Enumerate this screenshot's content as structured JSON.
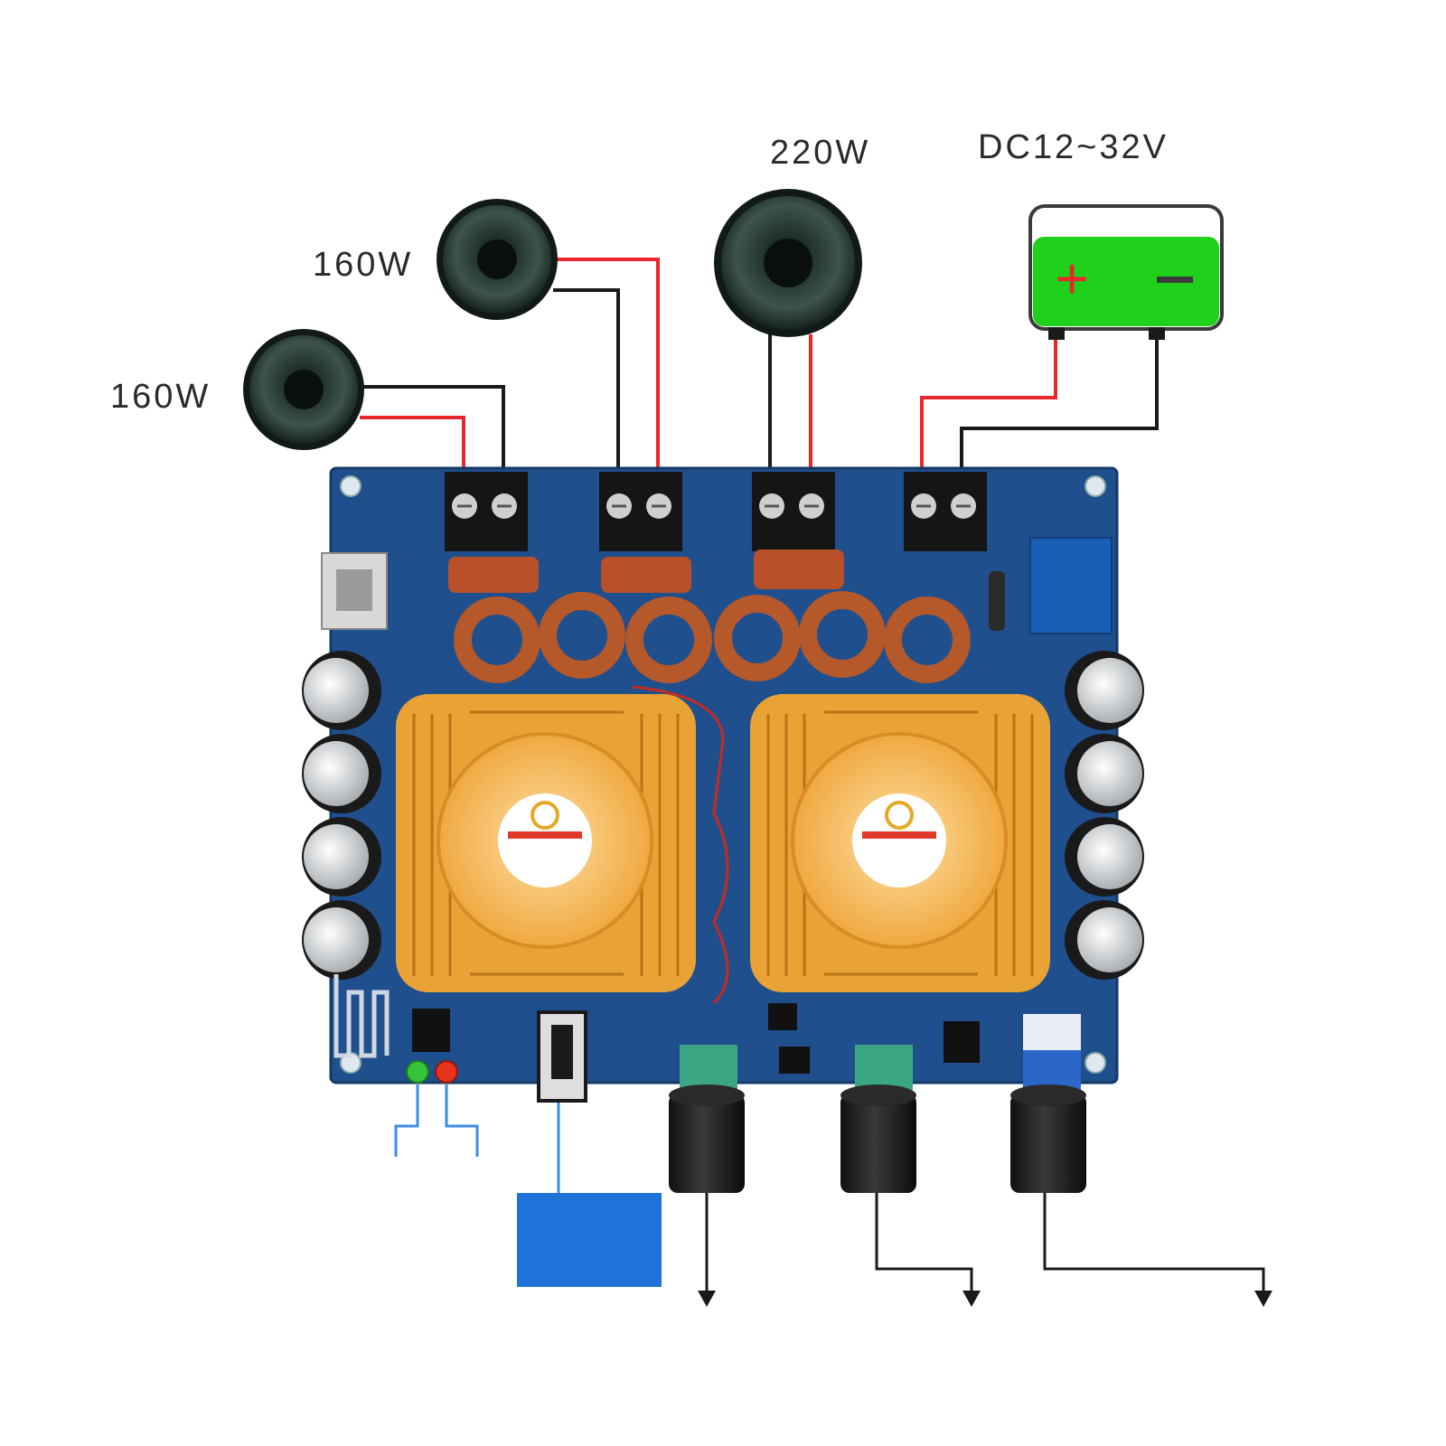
{
  "labels": {
    "speaker_left": "160W",
    "speaker_right": "160W",
    "subwoofer": "220W",
    "power_supply": "DC12~32V"
  },
  "battery": {
    "plus_symbol": "+",
    "minus_symbol": "−"
  },
  "colors": {
    "board": "#1f4f8c",
    "heatsink": "#e8a236",
    "fan": "#f4b75a",
    "wire_positive": "#e8262b",
    "wire_negative": "#1a1a1a",
    "signal_line": "#3a8ee6",
    "battery_fill": "#1fd11a",
    "input_block": "#1f73d8",
    "led_green": "#36c43a",
    "led_red": "#e8331c"
  },
  "icons": [
    "speaker-icon",
    "battery-icon",
    "fan-icon",
    "knob-icon",
    "audio-jack-icon",
    "bluetooth-antenna-icon",
    "led-icon",
    "arrow-down-icon"
  ]
}
